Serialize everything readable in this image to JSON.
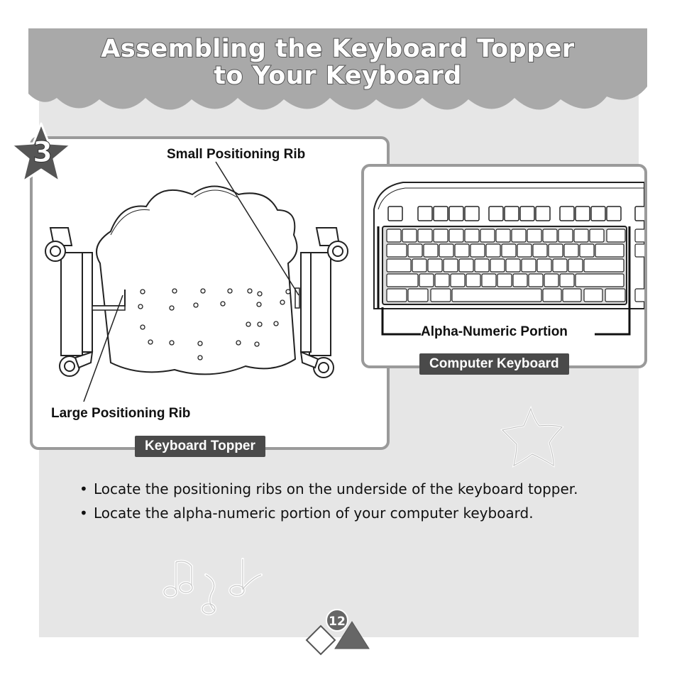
{
  "header": {
    "title_line1": "Assembling the Keyboard Topper",
    "title_line2": "to Your Keyboard"
  },
  "step": {
    "number": "3"
  },
  "topper_figure": {
    "small_rib_label": "Small Positioning Rib",
    "large_rib_label": "Large Positioning Rib",
    "caption": "Keyboard Topper"
  },
  "keyboard_figure": {
    "portion_label": "Alpha-Numeric Portion",
    "caption": "Computer Keyboard"
  },
  "instructions": [
    "Locate the positioning ribs on the underside of the keyboard topper.",
    "Locate the alpha-numeric portion of your computer keyboard."
  ],
  "page_number": "12",
  "colors": {
    "sheet": "#e6e6e6",
    "banner": "#a9a9a9",
    "panel_border": "#9a9a9a",
    "tag_bg": "#4a4a4a"
  }
}
